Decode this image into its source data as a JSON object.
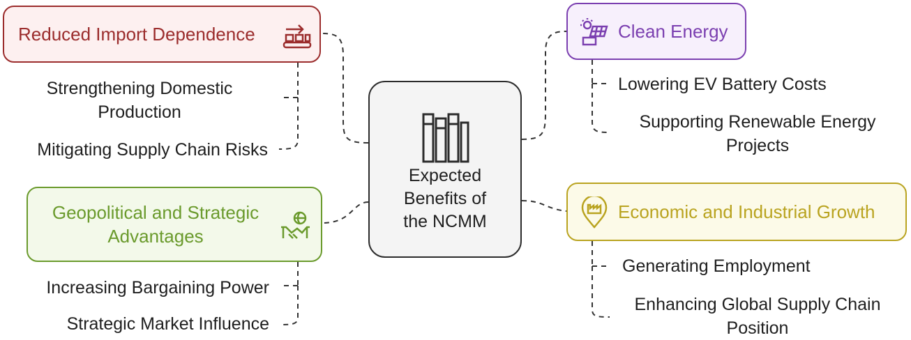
{
  "center": {
    "title": "Expected\nBenefits of\nthe NCMM",
    "icon": "columns-icon"
  },
  "branches": {
    "import": {
      "title": "Reduced Import Dependence",
      "icon": "factory-conveyor-icon",
      "color": "#9b2c2c",
      "fill": "#fdf0f0",
      "items": [
        "Strengthening Domestic\nProduction",
        "Mitigating Supply Chain Risks"
      ]
    },
    "clean": {
      "title": "Clean Energy",
      "icon": "solar-panel-icon",
      "color": "#7b3fb0",
      "fill": "#f7f0fc",
      "items": [
        "Lowering EV Battery Costs",
        "Supporting Renewable Energy\nProjects"
      ]
    },
    "geo": {
      "title": "Geopolitical and Strategic\nAdvantages",
      "icon": "handshake-globe-icon",
      "color": "#6a9a2c",
      "fill": "#f3f9ea",
      "items": [
        "Increasing Bargaining Power",
        "Strategic Market Influence"
      ]
    },
    "econ": {
      "title": "Economic and Industrial Growth",
      "icon": "industry-pin-icon",
      "color": "#b9a31f",
      "fill": "#fcfae8",
      "items": [
        "Generating Employment",
        "Enhancing Global Supply Chain\nPosition"
      ]
    }
  }
}
